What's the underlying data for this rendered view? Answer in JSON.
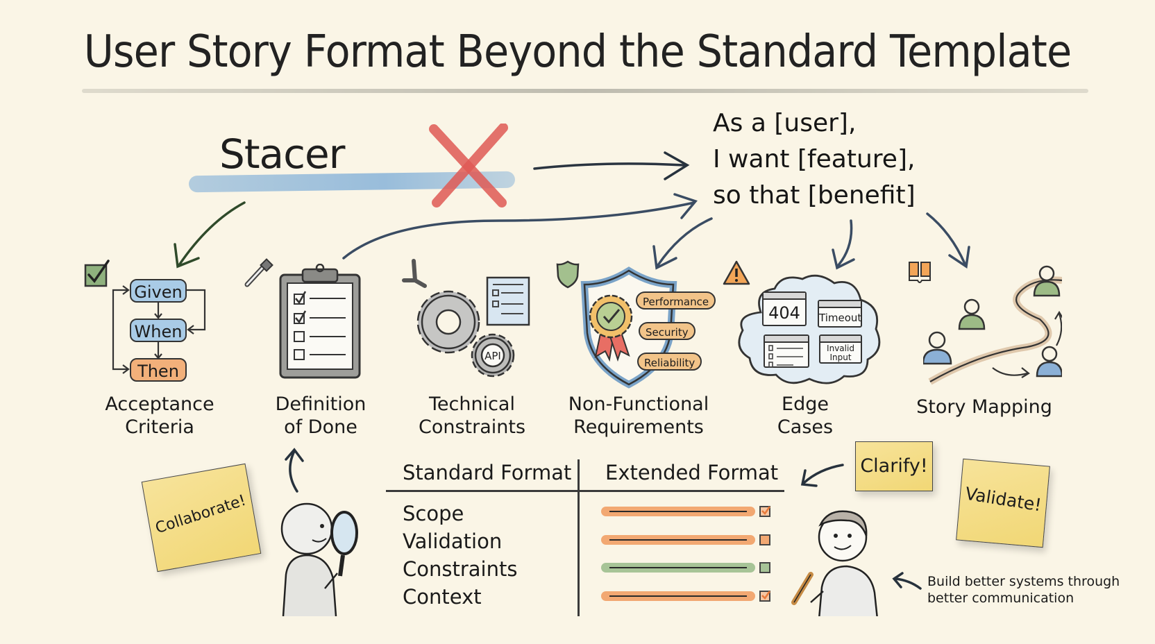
{
  "title": "User Story Format Beyond the Standard Template",
  "legacy": {
    "label": "Stacer",
    "crossed_out": true,
    "cross_color": "#e05a55"
  },
  "standard_story": {
    "lines": [
      "As a [user],",
      "I want [feature],",
      "so that [benefit]"
    ]
  },
  "categories": [
    {
      "id": "acceptance-criteria",
      "label_lines": [
        "Acceptance",
        "Criteria"
      ],
      "icon": "checkbox-icon",
      "flow": [
        "Given",
        "When",
        "Then"
      ]
    },
    {
      "id": "definition-of-done",
      "label_lines": [
        "Definition",
        "of Done"
      ],
      "icon": "clipboard-checklist-icon",
      "checklist_checked": [
        true,
        true,
        false,
        false
      ]
    },
    {
      "id": "technical-constraints",
      "label_lines": [
        "Technical",
        "Constraints"
      ],
      "icon": "gears-icon",
      "gear_label": "API"
    },
    {
      "id": "non-functional-requirements",
      "label_lines": [
        "Non-Functional",
        "Requirements"
      ],
      "icon": "shield-icon",
      "tags": [
        "Performance",
        "Security",
        "Reliability"
      ]
    },
    {
      "id": "edge-cases",
      "label_lines": [
        "Edge",
        "Cases"
      ],
      "icon": "warning-icon",
      "windows": [
        "404",
        "Timeout",
        "",
        "Invalid Input"
      ]
    },
    {
      "id": "story-mapping",
      "label_lines": [
        "Story Mapping"
      ],
      "icon": "people-path-icon"
    }
  ],
  "comparison": {
    "headers": [
      "Standard Format",
      "Extended Format"
    ],
    "rows": [
      {
        "label": "Scope",
        "color": "#ef9a5c",
        "checked": true
      },
      {
        "label": "Validation",
        "color": "#ef9a5c",
        "checked": false
      },
      {
        "label": "Constraints",
        "color": "#8fb17e",
        "checked": false
      },
      {
        "label": "Context",
        "color": "#ef9a5c",
        "checked": true
      }
    ]
  },
  "notes": {
    "collaborate": "Collaborate!",
    "clarify": "Clarify!",
    "validate": "Validate!"
  },
  "footer": {
    "lines": [
      "Build better systems through",
      "better communication"
    ]
  },
  "colors": {
    "background": "#faf5e6",
    "blue": "#9cc3e0",
    "orange": "#f2b07a",
    "green": "#8fb17e",
    "sticky": "#f3dc82",
    "red": "#e05a55"
  }
}
